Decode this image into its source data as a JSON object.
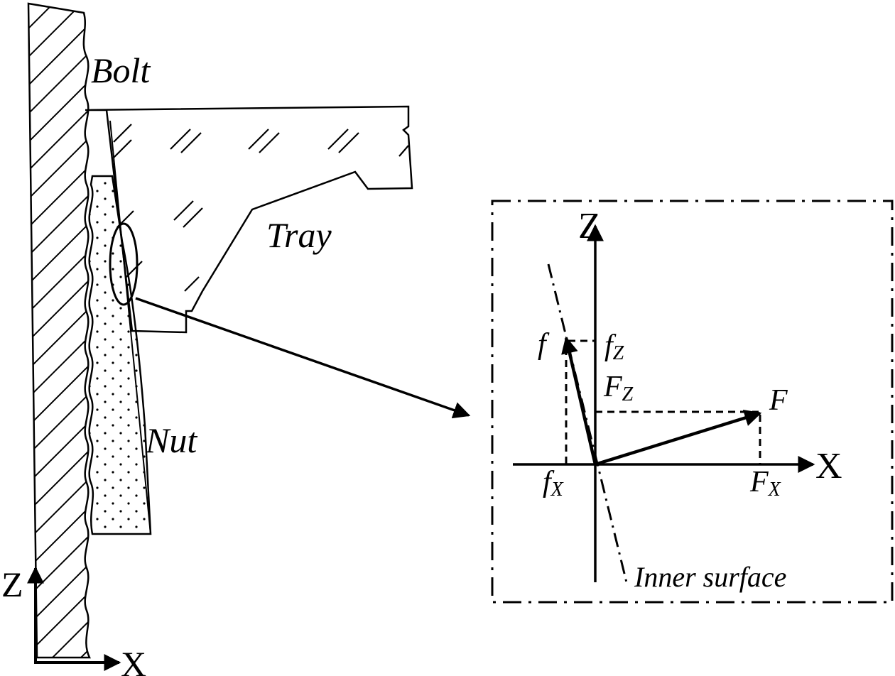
{
  "labels": {
    "bolt": "Bolt",
    "tray": "Tray",
    "nut": "Nut"
  },
  "main_axes": {
    "z": "Z",
    "x": "X"
  },
  "detail": {
    "axis_z": "Z",
    "axis_x": "X",
    "force_f": "f",
    "f_z_base": "f",
    "f_z_sub": "Z",
    "f_x_base": "f",
    "f_x_sub": "X",
    "F_label": "F",
    "F_z_base": "F",
    "F_z_sub": "Z",
    "F_x_base": "F",
    "F_x_sub": "X",
    "inner_surface": "Inner surface"
  }
}
